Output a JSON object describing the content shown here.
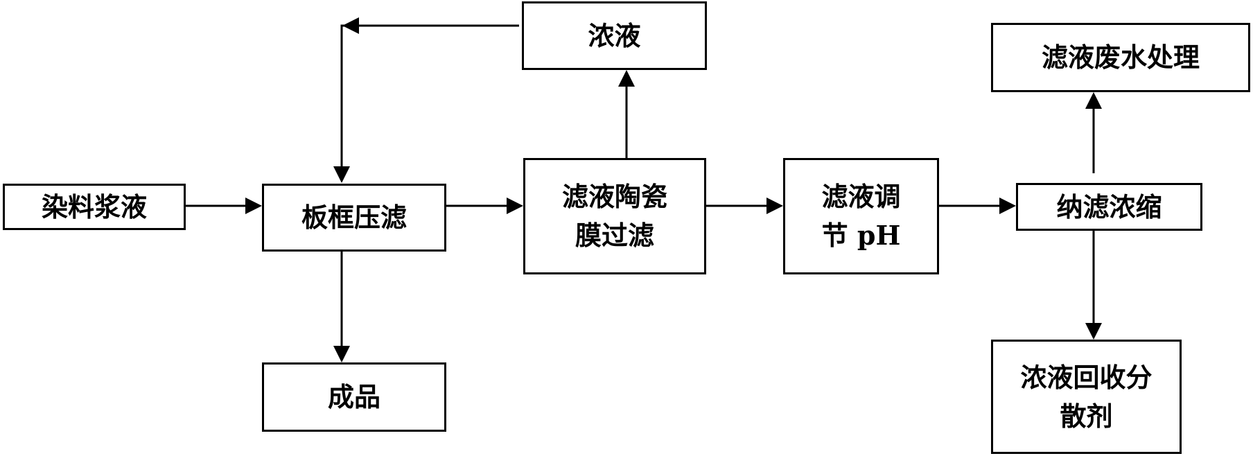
{
  "diagram": {
    "nodes": {
      "dye_slurry": {
        "label": "染料浆液"
      },
      "plate_frame_press": {
        "label": "板框压滤"
      },
      "finished_product": {
        "label": "成品"
      },
      "concentrate_top": {
        "label": "浓液"
      },
      "ceramic_membrane": {
        "line1": "滤液陶瓷",
        "line2": "膜过滤"
      },
      "ph_adjust": {
        "line1": "滤液调",
        "line2": "节 pH"
      },
      "nanofiltration": {
        "label": "纳滤浓缩"
      },
      "wastewater_treatment": {
        "label": "滤液废水处理"
      },
      "dispersant_recovery": {
        "line1": "浓液回收分",
        "line2": "散剂"
      }
    },
    "edges": [
      {
        "from": "dye_slurry",
        "to": "plate_frame_press"
      },
      {
        "from": "plate_frame_press",
        "to": "finished_product"
      },
      {
        "from": "plate_frame_press",
        "to": "ceramic_membrane"
      },
      {
        "from": "ceramic_membrane",
        "to": "concentrate_top"
      },
      {
        "from": "concentrate_top",
        "to": "plate_frame_press"
      },
      {
        "from": "ceramic_membrane",
        "to": "ph_adjust"
      },
      {
        "from": "ph_adjust",
        "to": "nanofiltration"
      },
      {
        "from": "nanofiltration",
        "to": "wastewater_treatment"
      },
      {
        "from": "nanofiltration",
        "to": "dispersant_recovery"
      }
    ]
  }
}
